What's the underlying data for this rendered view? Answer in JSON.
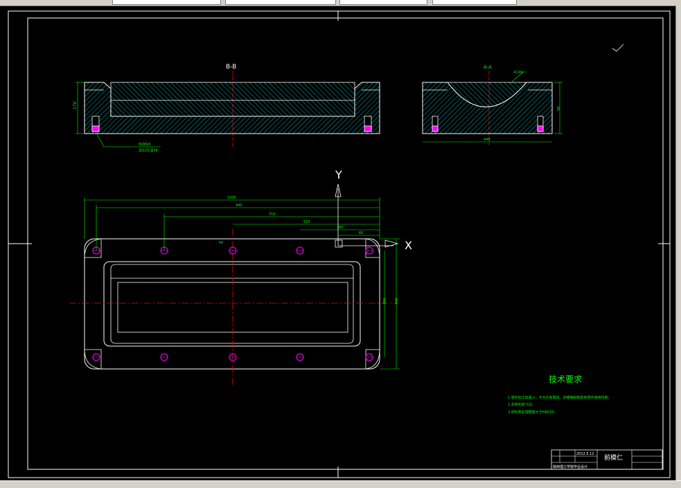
{
  "toolbar": {
    "fields": [
      "",
      "",
      "",
      "",
      ""
    ]
  },
  "section_labels": {
    "bb": "B-B",
    "aa": "A-A",
    "axis_y": "Y",
    "axis_x": "X"
  },
  "dimensions": {
    "overall_width": "1000",
    "d940": "940",
    "d710": "710",
    "d520": "520",
    "d280": "280",
    "d60": "60",
    "d50": "50",
    "height_left": "170",
    "right_h": "50",
    "right_w": "440",
    "bolt_note": "8XM16",
    "bolt_note2": "深32孔深38",
    "inner_h": "380",
    "outer_h": "440",
    "side_r": "R100"
  },
  "tech": {
    "title": "技术要求",
    "items": [
      "1.零件加工前退火，不允许有裂纹、砂眼等缺陷影响零件使用性能。",
      "2.去除毛刺飞边。",
      "3.材料热处理硬度大于HRC50。"
    ]
  },
  "titleblock": {
    "part_name": "前模仁",
    "school": "陕西理工学院毕业设计",
    "drawn": "2012.5.12"
  },
  "colors": {
    "outline": "#ffffff",
    "dimension": "#00ff00",
    "center": "#ff0000",
    "hatch": "#00ffff",
    "bolt": "#ff00ff"
  }
}
